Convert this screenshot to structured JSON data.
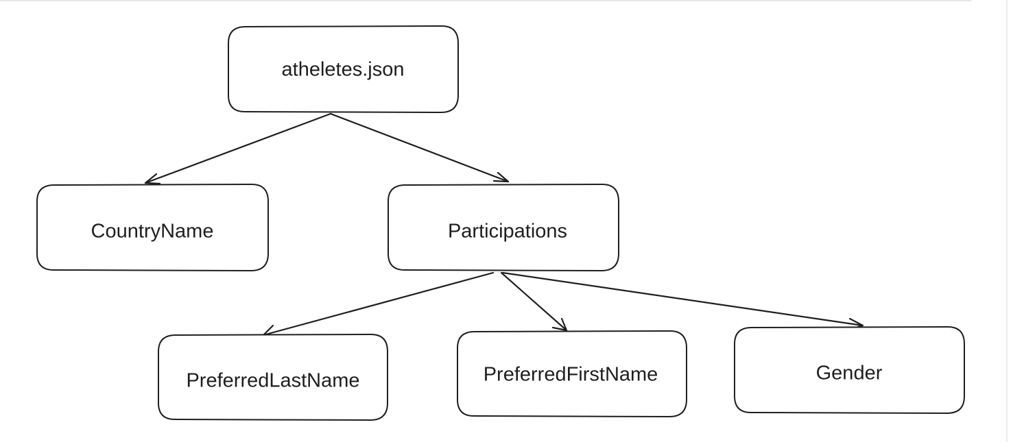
{
  "diagram": {
    "nodes": {
      "root": {
        "label": "atheletes.json"
      },
      "country_name": {
        "label": "CountryName"
      },
      "participations": {
        "label": "Participations"
      },
      "preferred_last_name": {
        "label": "PreferredLastName"
      },
      "preferred_first_name": {
        "label": "PreferredFirstName"
      },
      "gender": {
        "label": "Gender"
      }
    },
    "edges": [
      {
        "from": "atheletes.json",
        "to": "CountryName"
      },
      {
        "from": "atheletes.json",
        "to": "Participations"
      },
      {
        "from": "Participations",
        "to": "PreferredLastName"
      },
      {
        "from": "Participations",
        "to": "PreferredFirstName"
      },
      {
        "from": "Participations",
        "to": "Gender"
      }
    ],
    "colors": {
      "stroke": "#1e1e1e",
      "background": "#ffffff"
    }
  }
}
